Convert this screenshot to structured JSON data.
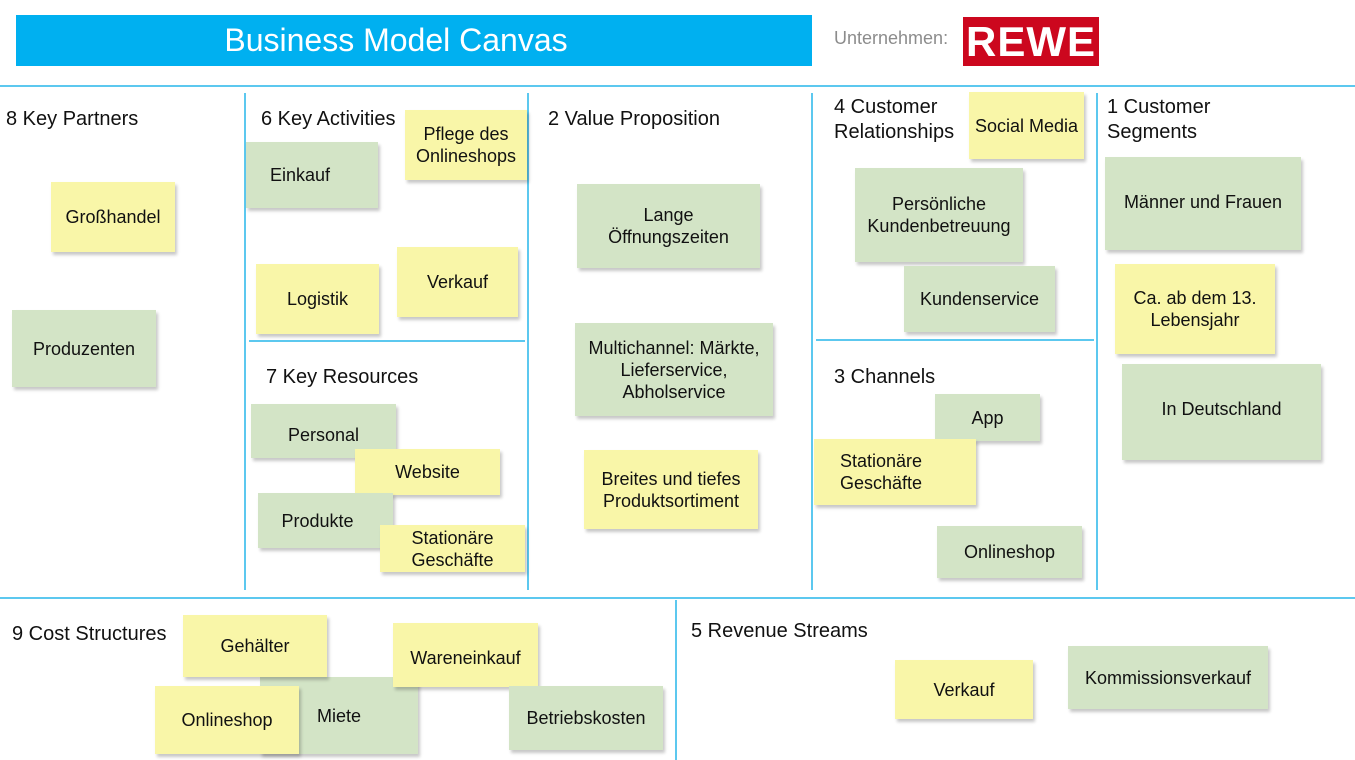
{
  "header": {
    "title": "Business Model Canvas",
    "company_label": "Unternehmen:",
    "company_logo_text": "REWE"
  },
  "colors": {
    "title_bar": "#00b0f0",
    "grid_lines": "#5cc8ef",
    "logo_red": "#cc071e",
    "note_green": "#d3e4c6",
    "note_yellow": "#f9f6a8"
  },
  "sections": {
    "key_partners": {
      "title": "8 Key Partners",
      "notes": [
        "Großhandel",
        "Produzenten"
      ]
    },
    "key_activities": {
      "title": "6 Key Activities",
      "notes": [
        "Einkauf",
        "Pflege des Onlineshops",
        "Logistik",
        "Verkauf"
      ]
    },
    "key_resources": {
      "title": "7 Key Resources",
      "notes": [
        "Personal",
        "Website",
        "Produkte",
        "Stationäre Geschäfte"
      ]
    },
    "value_proposition": {
      "title": "2 Value Proposition",
      "notes": [
        "Lange Öffnungszeiten",
        "Multichannel: Märkte, Lieferservice, Abholservice",
        "Breites und tiefes Produktsortiment"
      ]
    },
    "customer_relationships": {
      "title": "4 Customer Relationships",
      "notes": [
        "Social Media",
        "Persönliche Kundenbetreuung",
        "Kundenservice"
      ]
    },
    "channels": {
      "title": "3 Channels",
      "notes": [
        "App",
        "Stationäre Geschäfte",
        "Onlineshop"
      ]
    },
    "customer_segments": {
      "title": "1 Customer Segments",
      "notes": [
        "Männer und Frauen",
        "Ca. ab dem 13. Lebensjahr",
        "In Deutschland"
      ]
    },
    "cost_structures": {
      "title": "9 Cost Structures",
      "notes": [
        "Gehälter",
        "Miete",
        "Onlineshop",
        "Wareneinkauf",
        "Betriebskosten"
      ]
    },
    "revenue_streams": {
      "title": "5 Revenue Streams",
      "notes": [
        "Verkauf",
        "Kommissionsverkauf"
      ]
    }
  }
}
